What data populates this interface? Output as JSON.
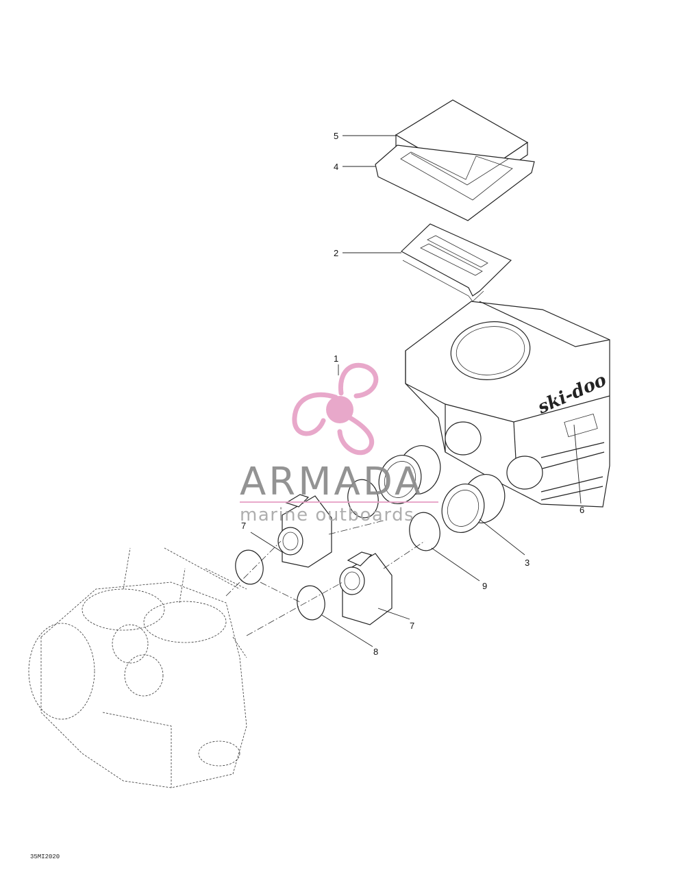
{
  "figure_code": "35MI2020",
  "callouts": {
    "c1": "1",
    "c2": "2",
    "c3": "3",
    "c4": "4",
    "c5": "5",
    "c6": "6",
    "c7a": "7",
    "c7b": "7",
    "c8": "8",
    "c9": "9"
  },
  "silencer_brand_text": "ski-doo",
  "watermark": {
    "name": "ARMADA",
    "tagline": "marine outboards",
    "color": "#e7a1c6",
    "text_color": "#8a8a8a"
  }
}
